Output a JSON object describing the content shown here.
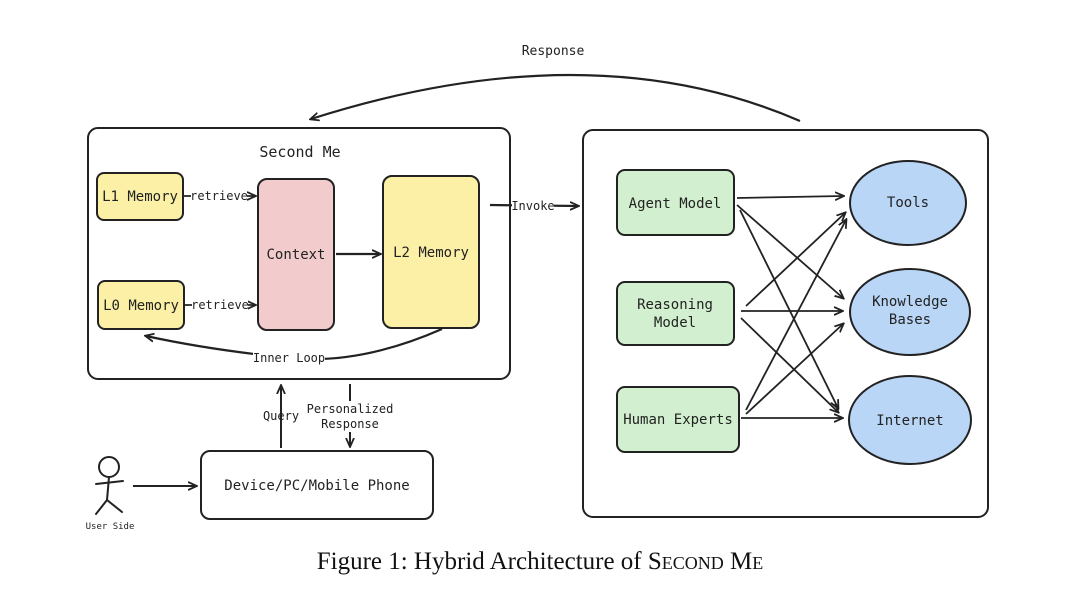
{
  "nodes": {
    "second_me_title": "Second Me",
    "l1_memory": "L1 Memory",
    "l0_memory": "L0 Memory",
    "context": "Context",
    "l2_memory": "L2 Memory",
    "agent_model": "Agent Model",
    "reasoning_model": [
      "Reasoning",
      "Model"
    ],
    "human_experts": "Human Experts",
    "tools": "Tools",
    "knowledge_bases": [
      "Knowledge",
      "Bases"
    ],
    "internet": "Internet",
    "device": "Device/PC/Mobile Phone",
    "user_side": "User Side"
  },
  "edges": {
    "response": "Response",
    "retrieve_l1": "retrieve",
    "retrieve_l0": "retrieve",
    "invoke": "Invoke",
    "inner_loop": "Inner Loop",
    "query": "Query",
    "personalized_response": [
      "Personalized",
      "Response"
    ]
  },
  "caption": {
    "prefix": "Figure 1: Hybrid Architecture of ",
    "name": "Second Me"
  },
  "colors": {
    "yellow": "#fbf0a6",
    "pink": "#f2cccc",
    "green": "#d2f0cf",
    "blue": "#b9d6f7",
    "stroke": "#222222"
  }
}
